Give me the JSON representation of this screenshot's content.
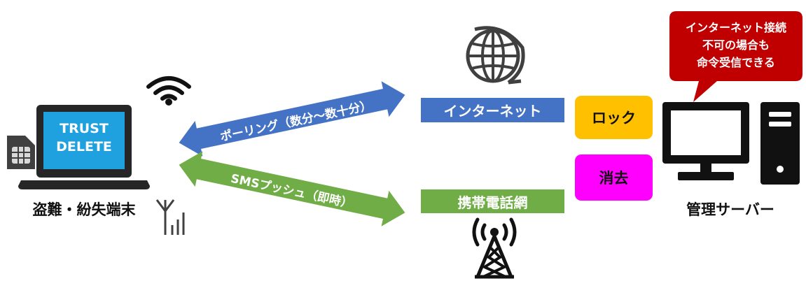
{
  "device": {
    "screen_line1": "TRUST",
    "screen_line2": "DELETE",
    "caption": "盗難・紛失端末"
  },
  "arrows": {
    "polling": "ポーリング（数分〜数十分）",
    "sms": "SMSプッシュ（即時）"
  },
  "networks": {
    "internet": "インターネット",
    "mobile": "携帯電話網"
  },
  "commands": {
    "lock": "ロック",
    "wipe": "消去"
  },
  "server": {
    "caption": "管理サーバー",
    "bubble_line1": "インターネット接続",
    "bubble_line2": "不可の場合も",
    "bubble_line3": "命令受信できる"
  },
  "colors": {
    "blue": "#4472C4",
    "green": "#70AD47",
    "orange": "#FFC000",
    "magenta": "#FF00FF",
    "bubble_red": "#C00000",
    "screen_blue": "#1FA1E0"
  }
}
